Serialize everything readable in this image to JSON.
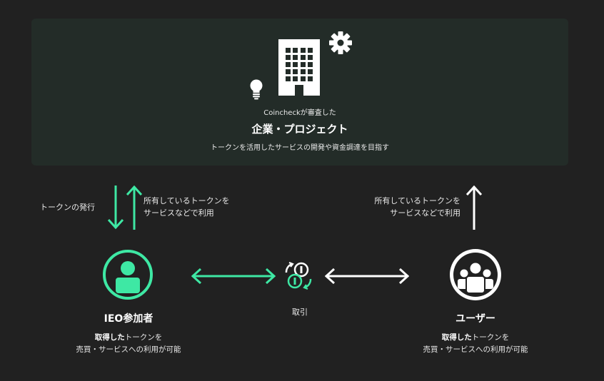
{
  "panel": {
    "small_text": "Coincheckが審査した",
    "title": "企業・プロジェクト",
    "description": "トークンを活用したサービスの開発や資金調達を目指す"
  },
  "left_flow": {
    "issue_label": "トークンの発行",
    "use_label_line1": "所有しているトークンを",
    "use_label_line2": "サービスなどで利用"
  },
  "right_flow": {
    "use_label_line1": "所有しているトークンを",
    "use_label_line2": "サービスなどで利用"
  },
  "participant": {
    "name": "IEO参加者",
    "desc_bold": "取得した",
    "desc_rest": "トークンを",
    "desc_line2": "売買・サービスへの利用が可能"
  },
  "trade": {
    "label": "取引"
  },
  "user": {
    "name": "ユーザー",
    "desc_bold": "取得した",
    "desc_rest": "トークンを",
    "desc_line2": "売買・サービスへの利用が可能"
  },
  "colors": {
    "accent_green": "#3ee8a4",
    "panel_bg": "#232c28",
    "page_bg": "#212121",
    "white": "#ffffff"
  }
}
